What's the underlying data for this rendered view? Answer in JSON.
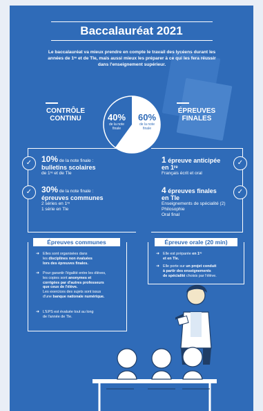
{
  "title": "Baccalauréat 2021",
  "intro": "Le baccalauréat va mieux prendre en compte le travail des lycéens durant les années de 1ʳᵉ et de Tle, mais aussi mieux les préparer à ce qui les fera réussir dans l'enseignement supérieur.",
  "left_heading": [
    "CONTRÔLE",
    "CONTINU"
  ],
  "right_heading": [
    "ÉPREUVES",
    "FINALES"
  ],
  "pie": {
    "left": {
      "pct": "40%",
      "sub1": "de la note",
      "sub2": "finale",
      "value": 40
    },
    "right": {
      "pct": "60%",
      "sub1": "de la note",
      "sub2": "finale",
      "value": 60
    }
  },
  "left_stats": [
    {
      "big": "10%",
      "rest": " de la note finale :",
      "strong": "bulletins scolaires",
      "detail": "de 1ʳᵉ et de Tle"
    },
    {
      "big": "30%",
      "rest": " de la note finale :",
      "strong": "épreuves communes",
      "detail1": "2 séries en 1ʳᵉ",
      "detail2": "1 série en Tle"
    }
  ],
  "right_stats": [
    {
      "big": "1",
      "strong1": " épreuve anticipée",
      "strong2": "en 1ʳᵉ",
      "detail": "Français écrit et oral"
    },
    {
      "big": "4",
      "strong1": " épreuves finales",
      "strong2": "en Tle",
      "detail1": "Enseignements de spécialité (2)",
      "detail2": "Philosophie",
      "detail3": "Oral final"
    }
  ],
  "panel_left": {
    "head": "Épreuves communes",
    "b1": [
      "Elles sont organisées dans",
      "les ",
      "disciplines non évaluées",
      "lors des épreuves finales."
    ],
    "b2": [
      "Pour garantir l'égalité entre les élèves,",
      "les copies sont ",
      "anonymes et",
      "corrigées par d'autres professeurs",
      "que ceux de l'élève.",
      "Les exercices des sujets sont issus",
      "d'une ",
      "banque nationale numérique."
    ],
    "b3": [
      "L'EPS est évaluée tout au long",
      "de l'année de Tle."
    ]
  },
  "panel_right": {
    "head": "Épreuve orale (20 min)",
    "b1": [
      "Elle est préparée ",
      "en 1ʳᵉ",
      "et en Tle."
    ],
    "b2": [
      "Elle porte sur ",
      "un projet conduit",
      "à partir des enseignements",
      "de spécialité",
      " choisis par l'élève."
    ]
  },
  "colors": {
    "brand": "#2f6bb8",
    "white": "#ffffff",
    "paper": "#e9eef6"
  },
  "icons": [
    "check-icon",
    "arrow-icon",
    "document-icon",
    "student-illustration",
    "classroom-illustration"
  ]
}
